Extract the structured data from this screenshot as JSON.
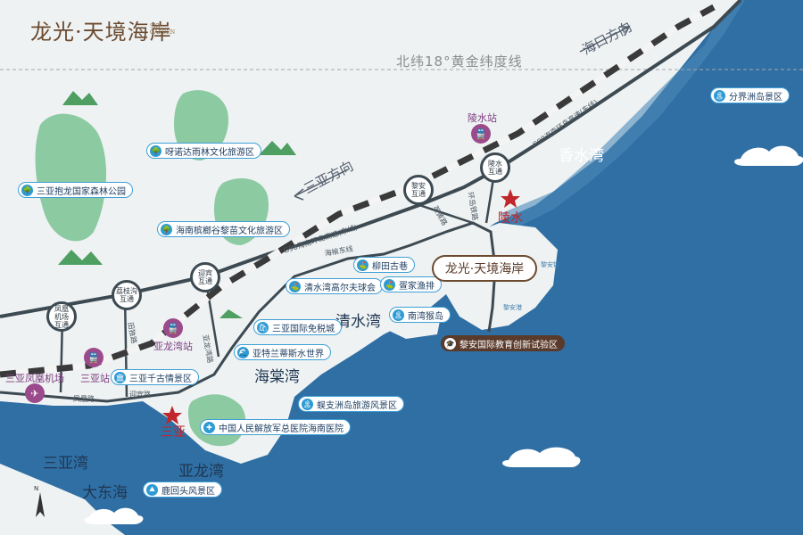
{
  "brand": {
    "title": "龙光·天境海岸",
    "sub": "SKY GARDEN"
  },
  "latitude_line": "北纬18°黄金纬度线",
  "directions": {
    "haikou": "海口方向",
    "sanya": "三亚方向"
  },
  "highways": {
    "g98_top": "G98海南环岛高速(东线)",
    "g98_left": "G98海南环岛高速(东线)",
    "coastal": "海榆东线",
    "yinghuang": "英黄路",
    "road2": "环岛铁路",
    "road3": "凤凰路",
    "road4": "迎宾路",
    "road5": "田独路",
    "road6": "亚龙湾路"
  },
  "interchanges": [
    {
      "l1": "凤凰",
      "l2": "机场",
      "l3": "互通"
    },
    {
      "l1": "荔枝沟",
      "l2": "互通",
      "l3": ""
    },
    {
      "l1": "迎宾",
      "l2": "互通",
      "l3": ""
    },
    {
      "l1": "黎安",
      "l2": "互通",
      "l3": ""
    },
    {
      "l1": "陵水",
      "l2": "互通",
      "l3": ""
    }
  ],
  "stations": {
    "lingshui": "陵水站",
    "yalongwan": "亚龙湾站",
    "sanya": "三亚站",
    "airport": "三亚凤凰机场"
  },
  "cities": {
    "lingshui": "陵水",
    "sanya": "三亚"
  },
  "bays": {
    "xiangshui": "香水湾",
    "qingshui": "清水湾",
    "haitang": "海棠湾",
    "sanyawan": "三亚湾",
    "dadonghai": "大东海",
    "yalongwan": "亚龙湾"
  },
  "poi": [
    {
      "icon": "🌳",
      "text": "呀诺达雨林文化旅游区"
    },
    {
      "icon": "🌳",
      "text": "三亚抱龙国家森林公园"
    },
    {
      "icon": "🌳",
      "text": "海南槟榔谷黎苗文化旅游区"
    },
    {
      "icon": "🏝",
      "text": "分界洲岛景区"
    },
    {
      "icon": "⛳",
      "text": "柳田古巷"
    },
    {
      "icon": "⛳",
      "text": "清水湾高尔夫球会"
    },
    {
      "icon": "⛳",
      "text": "疍家渔排"
    },
    {
      "icon": "🏝",
      "text": "南湾猴岛"
    },
    {
      "icon": "🛍",
      "text": "三亚国际免税城"
    },
    {
      "icon": "🌊",
      "text": "亚特兰蒂斯水世界"
    },
    {
      "icon": "🏛",
      "text": "三亚千古情景区"
    },
    {
      "icon": "🏝",
      "text": "蜈支洲岛旅游风景区"
    },
    {
      "icon": "✚",
      "text": "中国人民解放军总医院海南医院"
    },
    {
      "icon": "⛰",
      "text": "鹿回头风景区"
    },
    {
      "icon": "🎓",
      "text": "黎安国际教育创新试验区"
    }
  ],
  "project": "龙光·天境海岸",
  "small_places": {
    "lian_town": "黎安镇",
    "lian_port": "黎安港"
  },
  "compass": "N",
  "colors": {
    "sea": "#2f6fa4",
    "land": "#eef2f3",
    "road": "#3d4a52",
    "rail": "#3a3a3a",
    "green": "#5aa96e",
    "station": "#9b4b8c"
  }
}
